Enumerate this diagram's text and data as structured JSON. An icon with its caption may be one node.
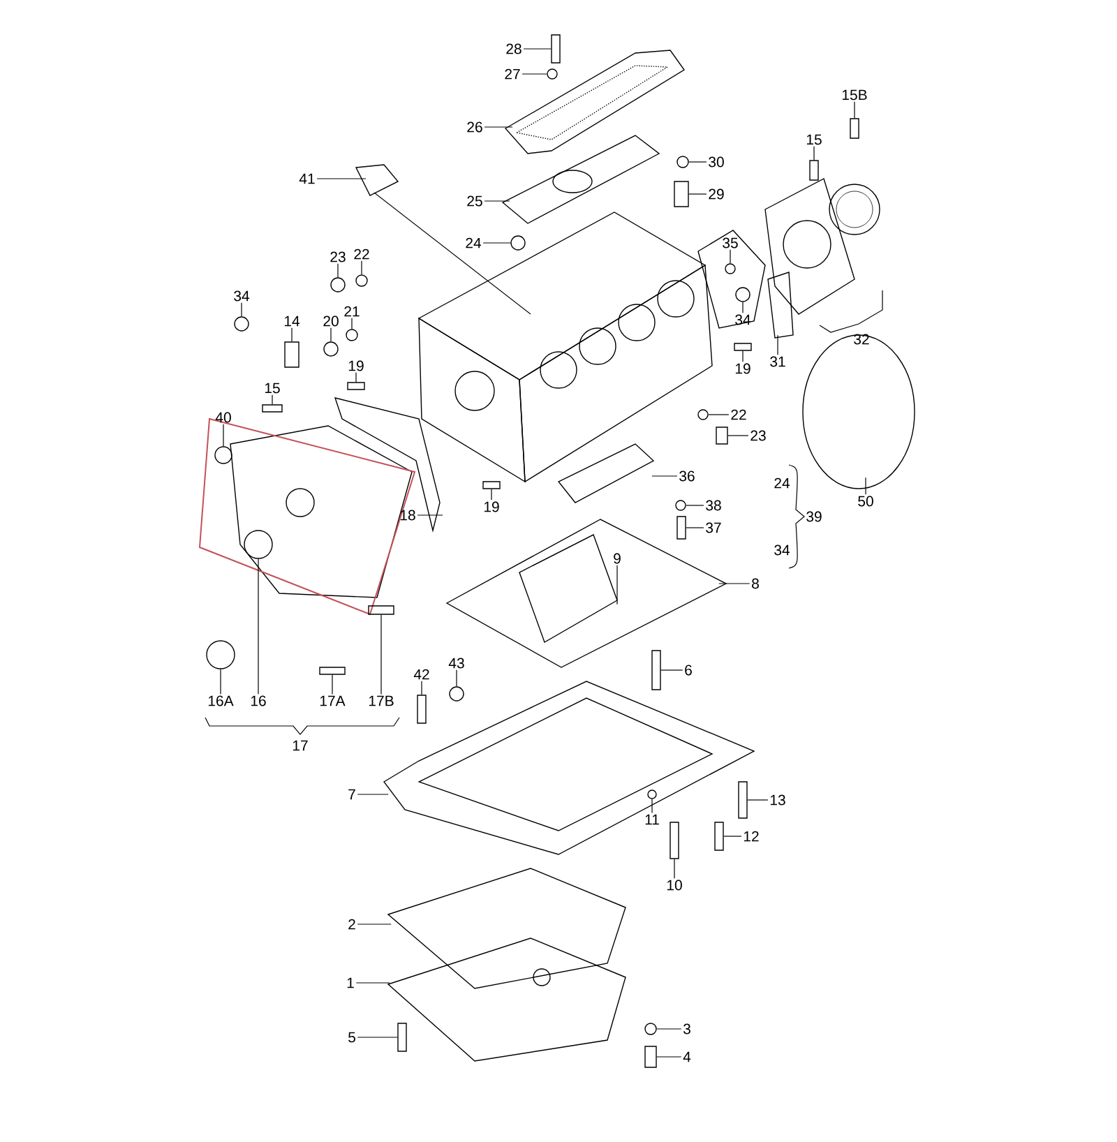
{
  "diagram": {
    "nodes": [
      {
        "text": [
          "28"
        ]
      },
      {
        "text": [
          "27"
        ]
      },
      {
        "text": [
          "26"
        ]
      },
      {
        "text": [
          "15B"
        ]
      },
      {
        "text": [
          "15"
        ]
      },
      {
        "text": [
          "30"
        ]
      },
      {
        "text": [
          "41"
        ]
      },
      {
        "text": [
          "29"
        ]
      },
      {
        "text": [
          "25"
        ]
      },
      {
        "text": [
          "24"
        ]
      },
      {
        "text": [
          "35"
        ]
      },
      {
        "text": [
          "22"
        ]
      },
      {
        "text": [
          "23"
        ]
      },
      {
        "text": [
          "34"
        ]
      },
      {
        "text": [
          "21"
        ]
      },
      {
        "text": [
          "14"
        ]
      },
      {
        "text": [
          "20"
        ]
      },
      {
        "text": [
          "34"
        ]
      },
      {
        "text": [
          "31"
        ]
      },
      {
        "text": [
          "19"
        ]
      },
      {
        "text": [
          "19"
        ]
      },
      {
        "text": [
          "15"
        ]
      },
      {
        "text": [
          "22"
        ]
      },
      {
        "text": [
          "40"
        ]
      },
      {
        "text": [
          "23"
        ]
      },
      {
        "text": [
          "36"
        ]
      },
      {
        "text": [
          "50"
        ]
      },
      {
        "text": [
          "38"
        ]
      },
      {
        "text": [
          "19"
        ]
      },
      {
        "text": [
          "18"
        ]
      },
      {
        "text": [
          "37"
        ]
      },
      {
        "text": [
          "9"
        ]
      },
      {
        "text": [
          "8"
        ]
      },
      {
        "text": [
          "43"
        ]
      },
      {
        "text": [
          "6"
        ]
      },
      {
        "text": [
          "42"
        ]
      },
      {
        "text": [
          "16A"
        ]
      },
      {
        "text": [
          "16"
        ]
      },
      {
        "text": [
          "17A"
        ]
      },
      {
        "text": [
          "17B"
        ]
      },
      {
        "text": [
          "7"
        ]
      },
      {
        "text": [
          "13"
        ]
      },
      {
        "text": [
          "11"
        ]
      },
      {
        "text": [
          "12"
        ]
      },
      {
        "text": [
          "10"
        ]
      },
      {
        "text": [
          "2"
        ]
      },
      {
        "text": [
          "1"
        ]
      },
      {
        "text": [
          "3"
        ]
      },
      {
        "text": [
          "5"
        ]
      },
      {
        "text": [
          "4"
        ]
      },
      {
        "text": [],
        "shape": "bar"
      },
      {
        "text": [],
        "shape": "circle"
      },
      {
        "text": [],
        "shape": "bar"
      },
      {
        "text": [],
        "shape": "bar"
      },
      {
        "text": [],
        "shape": "circle"
      },
      {
        "text": [],
        "shape": "bar"
      },
      {
        "text": [],
        "shape": "circle"
      },
      {
        "text": [],
        "shape": "circle"
      },
      {
        "text": [],
        "shape": "circle"
      },
      {
        "text": [],
        "shape": "circle"
      },
      {
        "text": [],
        "shape": "circle"
      },
      {
        "text": [],
        "shape": "circle"
      },
      {
        "text": [],
        "shape": "bar"
      },
      {
        "text": [],
        "shape": "circle"
      },
      {
        "text": [],
        "shape": "circle"
      },
      {
        "text": [],
        "shape": "bar"
      },
      {
        "text": [],
        "shape": "bar"
      },
      {
        "text": [],
        "shape": "bar"
      },
      {
        "text": [],
        "shape": "circle"
      },
      {
        "text": [],
        "shape": "circle"
      },
      {
        "text": [],
        "shape": "bar"
      },
      {
        "text": [],
        "shape": "circle"
      },
      {
        "text": [],
        "shape": "bar"
      },
      {
        "text": [],
        "shape": "bar"
      },
      {
        "text": [],
        "shape": "circle"
      },
      {
        "text": [],
        "shape": "bar"
      },
      {
        "text": [],
        "shape": "bar"
      },
      {
        "text": [],
        "shape": "circle"
      },
      {
        "text": [],
        "shape": "circle"
      },
      {
        "text": [],
        "shape": "bar"
      },
      {
        "text": [],
        "shape": "bar"
      },
      {
        "text": [],
        "shape": "bar"
      },
      {
        "text": [],
        "shape": "circle"
      },
      {
        "text": [],
        "shape": "bar"
      },
      {
        "text": [],
        "shape": "bar"
      },
      {
        "text": [],
        "shape": "circle"
      },
      {
        "text": [],
        "shape": "bar"
      },
      {
        "text": [],
        "shape": "bar"
      }
    ],
    "edges": [
      {
        "from": 0,
        "to": 50,
        "arrow": "none"
      },
      {
        "from": 1,
        "to": 51,
        "arrow": "none"
      },
      {
        "from": 2,
        "to": null,
        "arrow": "none"
      },
      {
        "from": 3,
        "to": 52,
        "arrow": "none"
      },
      {
        "from": 4,
        "to": 53,
        "arrow": "none"
      },
      {
        "from": 5,
        "to": 54,
        "arrow": "none"
      },
      {
        "from": 6,
        "to": null,
        "arrow": "none"
      },
      {
        "from": 7,
        "to": 55,
        "arrow": "none"
      },
      {
        "from": 8,
        "to": null,
        "arrow": "none"
      },
      {
        "from": 9,
        "to": 56,
        "arrow": "none"
      },
      {
        "from": 10,
        "to": 57,
        "arrow": "none"
      },
      {
        "from": 11,
        "to": 58,
        "arrow": "none"
      },
      {
        "from": 12,
        "to": 59,
        "arrow": "none"
      },
      {
        "from": 13,
        "to": 60,
        "arrow": "none"
      },
      {
        "from": 14,
        "to": 61,
        "arrow": "none"
      },
      {
        "from": 15,
        "to": 62,
        "arrow": "none"
      },
      {
        "from": 16,
        "to": 63,
        "arrow": "none"
      },
      {
        "from": 17,
        "to": 64,
        "arrow": "none"
      },
      {
        "from": 18,
        "to": null,
        "arrow": "none"
      },
      {
        "from": 19,
        "to": 65,
        "arrow": "none"
      },
      {
        "from": 20,
        "to": 66,
        "arrow": "none"
      },
      {
        "from": 21,
        "to": 67,
        "arrow": "none"
      },
      {
        "from": 22,
        "to": 68,
        "arrow": "none"
      },
      {
        "from": 23,
        "to": 69,
        "arrow": "none"
      },
      {
        "from": 24,
        "to": 70,
        "arrow": "none"
      },
      {
        "from": 25,
        "to": null,
        "arrow": "none"
      },
      {
        "from": 26,
        "to": null,
        "arrow": "none"
      },
      {
        "from": 27,
        "to": 71,
        "arrow": "none"
      },
      {
        "from": 28,
        "to": 72,
        "arrow": "none"
      },
      {
        "from": 29,
        "to": null,
        "arrow": "none"
      },
      {
        "from": 30,
        "to": 73,
        "arrow": "none"
      },
      {
        "from": 31,
        "to": null,
        "arrow": "none"
      },
      {
        "from": 32,
        "to": null,
        "arrow": "none"
      },
      {
        "from": 33,
        "to": 74,
        "arrow": "none"
      },
      {
        "from": 34,
        "to": 75,
        "arrow": "none"
      },
      {
        "from": 35,
        "to": 76,
        "arrow": "none"
      },
      {
        "from": 36,
        "to": 77,
        "arrow": "none"
      },
      {
        "from": 37,
        "to": 78,
        "arrow": "none"
      },
      {
        "from": 38,
        "to": 79,
        "arrow": "none"
      },
      {
        "from": 39,
        "to": 80,
        "arrow": "none"
      },
      {
        "from": 40,
        "to": null,
        "arrow": "none"
      },
      {
        "from": 41,
        "to": 81,
        "arrow": "none"
      },
      {
        "from": 42,
        "to": 82,
        "arrow": "none"
      },
      {
        "from": 43,
        "to": 83,
        "arrow": "none"
      },
      {
        "from": 44,
        "to": 84,
        "arrow": "none"
      },
      {
        "from": 45,
        "to": null,
        "arrow": "none"
      },
      {
        "from": 46,
        "to": null,
        "arrow": "none"
      },
      {
        "from": 47,
        "to": 85,
        "arrow": "none"
      },
      {
        "from": 48,
        "to": 86,
        "arrow": "none"
      },
      {
        "from": 49,
        "to": 87,
        "arrow": "none"
      }
    ],
    "labels": [
      "32",
      "24",
      "39",
      "34",
      "17"
    ]
  }
}
